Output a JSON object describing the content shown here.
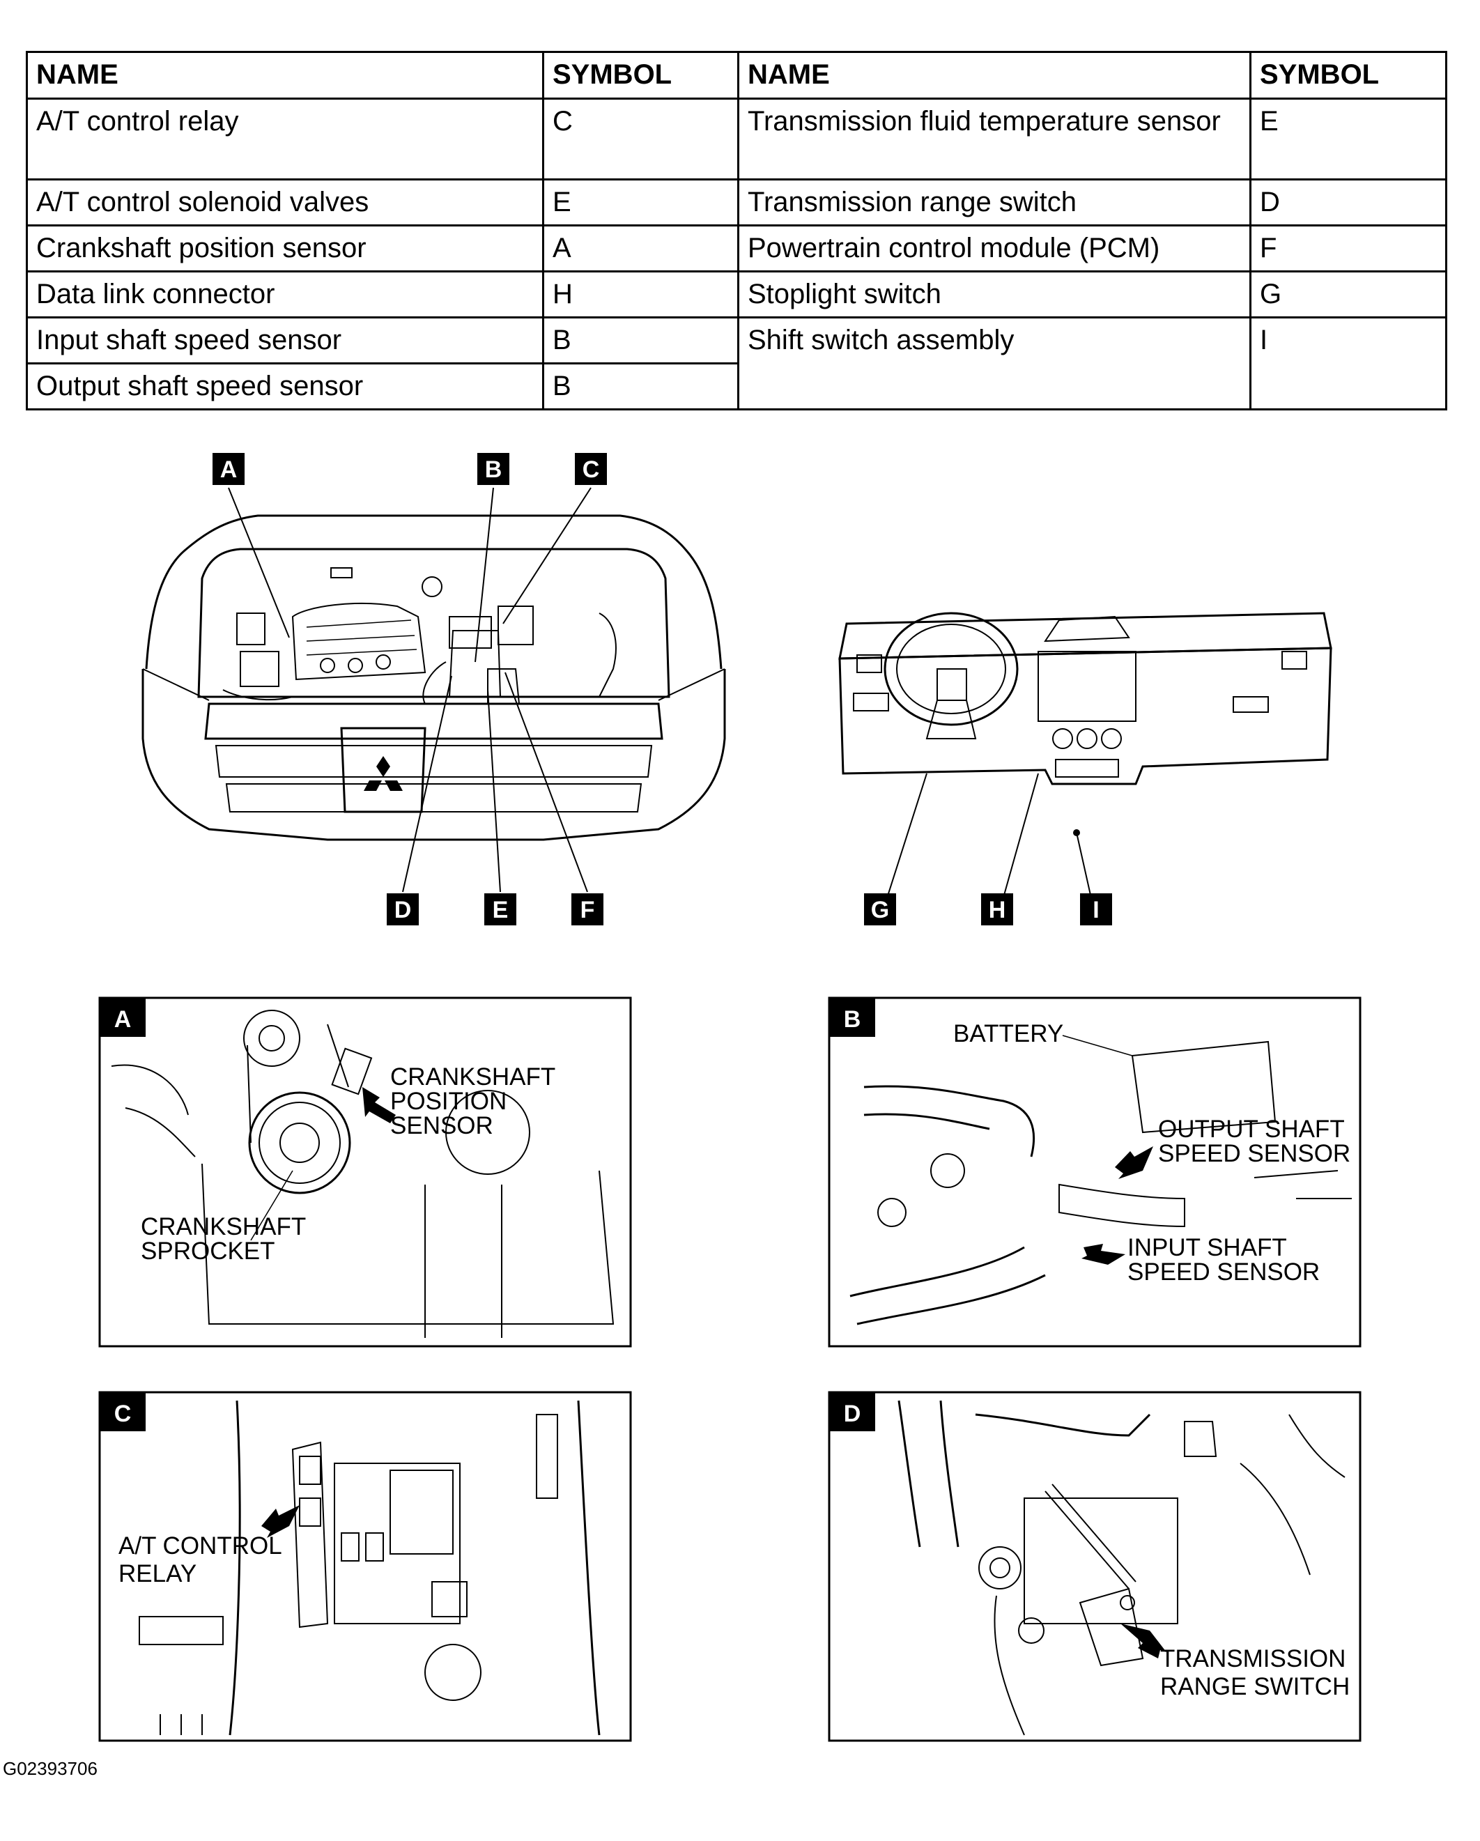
{
  "table": {
    "headers": [
      "NAME",
      "SYMBOL",
      "NAME",
      "SYMBOL"
    ],
    "left": [
      {
        "name": "A/T control relay",
        "symbol": "C"
      },
      {
        "name": "A/T control solenoid valves",
        "symbol": "E"
      },
      {
        "name": "Crankshaft position sensor",
        "symbol": "A"
      },
      {
        "name": "Data link connector",
        "symbol": "H"
      },
      {
        "name": "Input shaft speed sensor",
        "symbol": "B"
      },
      {
        "name": "Output shaft speed sensor",
        "symbol": "B"
      }
    ],
    "right": [
      {
        "name": "Transmission fluid temperature sensor",
        "symbol": "E"
      },
      {
        "name": "Transmission range switch",
        "symbol": "D"
      },
      {
        "name": "Powertrain control module (PCM)",
        "symbol": "F"
      },
      {
        "name": "Stoplight switch",
        "symbol": "G"
      },
      {
        "name": "Shift switch assembly",
        "symbol": "I"
      }
    ]
  },
  "engine_view": {
    "callouts": [
      "A",
      "B",
      "C",
      "D",
      "E",
      "F"
    ]
  },
  "dash_view": {
    "callouts": [
      "G",
      "H",
      "I"
    ]
  },
  "details": {
    "A": {
      "tag": "A",
      "label1": [
        "CRANKSHAFT",
        "POSITION",
        "SENSOR"
      ],
      "label2": [
        "CRANKSHAFT",
        "SPROCKET"
      ]
    },
    "B": {
      "tag": "B",
      "battery": "BATTERY",
      "label1": [
        "OUTPUT SHAFT",
        "SPEED SENSOR"
      ],
      "label2": [
        "INPUT SHAFT",
        "SPEED SENSOR"
      ]
    },
    "C": {
      "tag": "C",
      "label1": [
        "A/T CONTROL",
        "RELAY"
      ]
    },
    "D": {
      "tag": "D",
      "label1": [
        "TRANSMISSION",
        "RANGE SWITCH"
      ]
    }
  },
  "figure_id": "G02393706"
}
